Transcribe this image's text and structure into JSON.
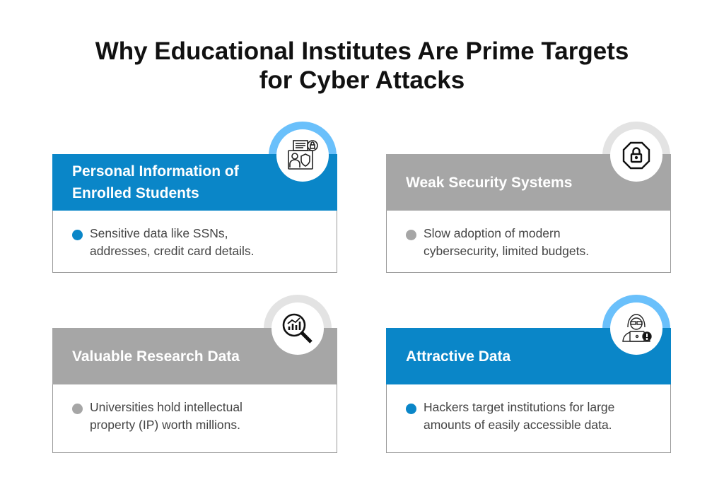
{
  "title_line1": "Why Educational Institutes Are Prime Targets",
  "title_line2": "for Cyber Attacks",
  "cards": [
    {
      "heading_line1": "Personal Information of",
      "heading_line2": "Enrolled Students",
      "text_line1": "Sensitive data like SSNs,",
      "text_line2": "addresses, credit card details.",
      "icon": "id-card-lock-icon",
      "color": "#0a86c8"
    },
    {
      "heading_line1": "Weak Security Systems",
      "heading_line2": "",
      "text_line1": "Slow adoption of modern",
      "text_line2": "cybersecurity, limited budgets.",
      "icon": "shield-lock-icon",
      "color": "#a6a6a6"
    },
    {
      "heading_line1": "Valuable Research Data",
      "heading_line2": "",
      "text_line1": "Universities hold intellectual",
      "text_line2": "property (IP) worth millions.",
      "icon": "chart-magnifier-icon",
      "color": "#a6a6a6"
    },
    {
      "heading_line1": "Attractive Data",
      "heading_line2": "",
      "text_line1": "Hackers target institutions for large",
      "text_line2": "amounts of easily accessible data.",
      "icon": "hacker-icon",
      "color": "#0a86c8"
    }
  ]
}
